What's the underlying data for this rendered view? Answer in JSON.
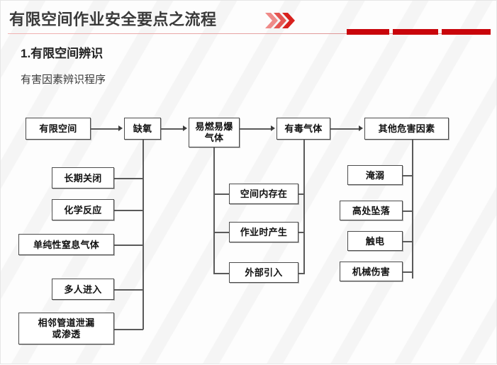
{
  "header": {
    "title": "有限空间作业安全要点之流程",
    "chevron_icon": "double-chevron-right-icon",
    "accent_color": "#c9050b",
    "rule_color": "#e4a0a0"
  },
  "section": {
    "number_title": "1.有限空间辨识",
    "subtitle": "有害因素辨识程序"
  },
  "diagram": {
    "type": "flowchart",
    "top_row": [
      {
        "id": "n1",
        "label": "有限空间"
      },
      {
        "id": "n2",
        "label": "缺氧"
      },
      {
        "id": "n3",
        "label": "易燃易爆\n气体",
        "line1": "易燃易爆",
        "line2": "气体"
      },
      {
        "id": "n4",
        "label": "有毒气体"
      },
      {
        "id": "n5",
        "label": "其他危害因素"
      }
    ],
    "branch_oxygen": {
      "parent": "缺氧",
      "items": [
        {
          "label": "长期关闭"
        },
        {
          "label": "化学反应"
        },
        {
          "label": "单纯性窒息气体"
        },
        {
          "label": "多人进入"
        },
        {
          "line1": "相邻管道泄漏",
          "line2": "或渗透"
        }
      ]
    },
    "branch_flammable": {
      "parent": "易燃易爆气体",
      "items": [
        {
          "label": "空间内存在"
        },
        {
          "label": "作业时产生"
        },
        {
          "label": "外部引入"
        }
      ]
    },
    "branch_other": {
      "parent": "其他危害因素",
      "items": [
        {
          "label": "淹溺"
        },
        {
          "label": "高处坠落"
        },
        {
          "label": "触电"
        },
        {
          "label": "机械伤害"
        }
      ]
    }
  }
}
